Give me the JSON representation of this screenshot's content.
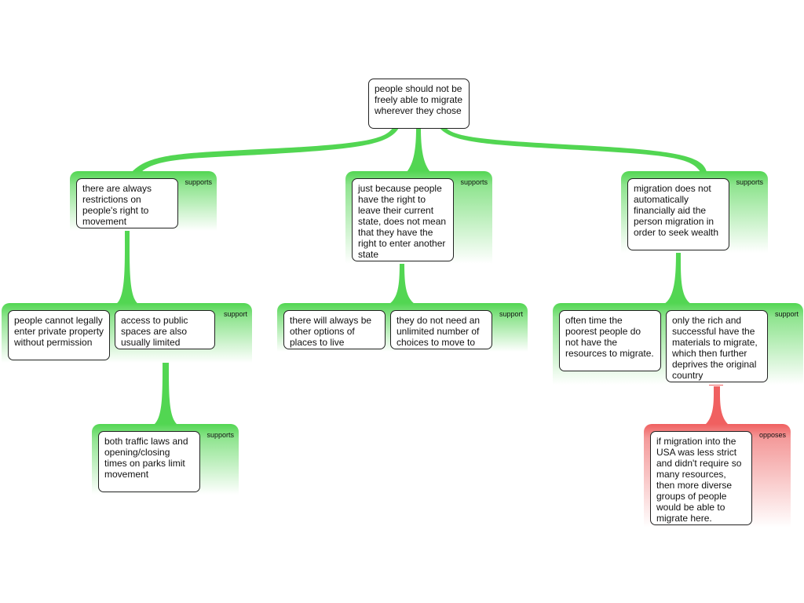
{
  "colors": {
    "support": "#52d652",
    "oppose": "#f06060",
    "node_border": "#222222"
  },
  "nodes": {
    "root": "people should not be freely able to migrate wherever they chose",
    "n1": "there are always restrictions on people's right to movement",
    "n2": "just because people have the right to leave their current state, does not mean that they have the right to enter another state",
    "n3": "migration does not automatically financially aid the person migration in order to seek wealth",
    "n1a": "people cannot legally enter private property without permission",
    "n1b": "access to public spaces are also usually limited",
    "n1b1": "both traffic laws and opening/closing times on parks limit movement",
    "n2a": "there will always be other options of places to live",
    "n2b": "they do not need an unlimited number of choices to move to",
    "n3a": "often time the poorest people do not have the resources to migrate.",
    "n3b": "only the rich and successful have the materials to migrate, which then further deprives the original country",
    "n3b1": "if migration into the USA was less strict and didn't require so many resources, then more diverse groups of people would be able to migrate here."
  },
  "groups": {
    "g1": "supports",
    "g2": "supports",
    "g3": "supports",
    "g1a": "support",
    "g2a": "support",
    "g3a": "support",
    "g1b1": "supports",
    "g3b1": "opposes"
  }
}
